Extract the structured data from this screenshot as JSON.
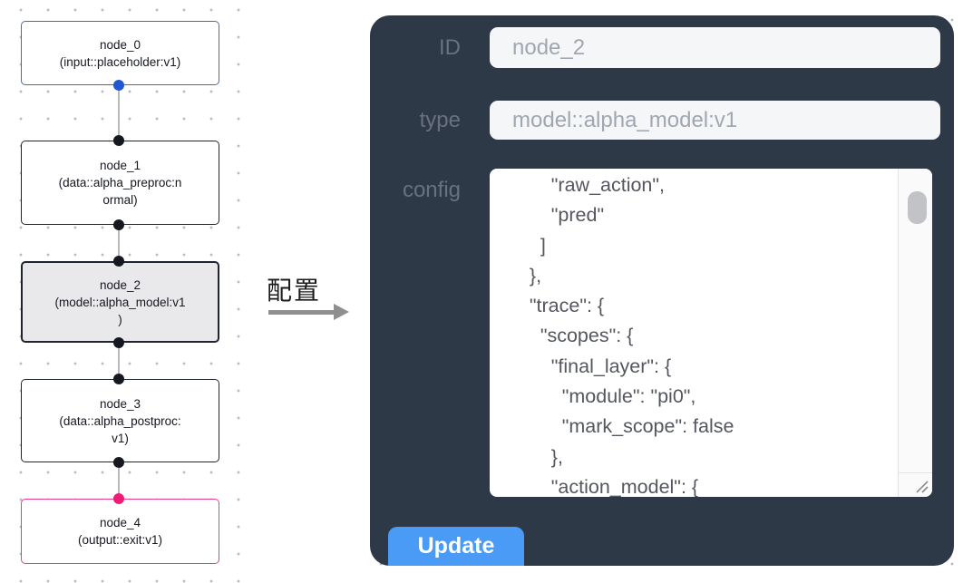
{
  "canvas": {
    "nodes": [
      {
        "label": "node_0",
        "sub": "(input::placeholder:v1)"
      },
      {
        "label": "node_1",
        "sub": "(data::alpha_preproc:n\normal)"
      },
      {
        "label": "node_2",
        "sub": "(model::alpha_model:v1\n)"
      },
      {
        "label": "node_3",
        "sub": "(data::alpha_postproc:\nv1)"
      },
      {
        "label": "node_4",
        "sub": "(output::exit:v1)"
      }
    ],
    "colors": {
      "input_node_border": "#3d6bc7",
      "output_node_border": "#ee3a8c",
      "selected_node_fill": "#e9e9ec",
      "default_node_border": "#20242e",
      "handle_blue": "#2257d2",
      "handle_pink": "#ee1c74",
      "handle_dark": "#15181f",
      "edge_gray": "#b9b9bd"
    }
  },
  "annotation": {
    "label": "配置",
    "arrow_color": "#8f8f8f"
  },
  "panel": {
    "bg_color": "#2e3947",
    "accent_color": "#4a9bf5",
    "fields": [
      {
        "label": "ID",
        "value": "node_2"
      },
      {
        "label": "type",
        "value": "model::alpha_model:v1"
      }
    ],
    "config": {
      "label": "config",
      "text": "        \"raw_action\",\n        \"pred\"\n      ]\n    },\n    \"trace\": {\n      \"scopes\": {\n        \"final_layer\": {\n          \"module\": \"pi0\",\n          \"mark_scope\": false\n        },\n        \"action_model\": {"
    },
    "update_label": "Update"
  }
}
